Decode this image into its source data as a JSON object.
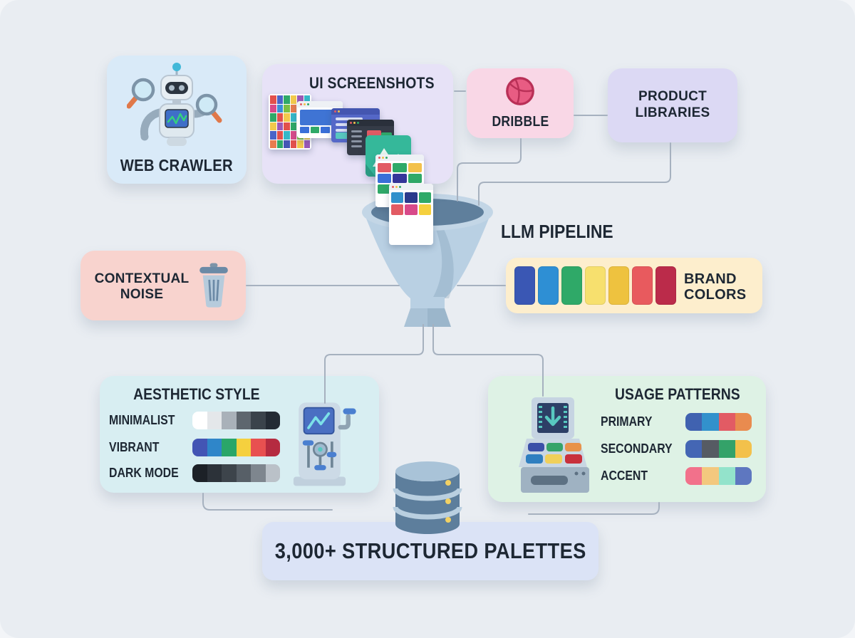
{
  "diagram": {
    "nodes": {
      "web_crawler": {
        "label": "WEB CRAWLER"
      },
      "ui_screenshots": {
        "label": "UI SCREENSHOTS"
      },
      "dribble": {
        "label": "DRIBBLE"
      },
      "product_libraries": {
        "label": "PRODUCT LIBRARIES"
      },
      "llm_pipeline": {
        "label": "LLM PIPELINE"
      },
      "contextual_noise": {
        "label": "CONTEXTUAL NOISE"
      },
      "brand_colors": {
        "label": "BRAND COLORS",
        "swatches": [
          "#3a57b4",
          "#2e8fd4",
          "#2fa968",
          "#f7e06e",
          "#eec23f",
          "#e85a5e",
          "#bb2b4a"
        ]
      },
      "aesthetic_style": {
        "title": "AESTHETIC STYLE",
        "rows": [
          {
            "label": "MINIMALIST",
            "swatches": [
              "#ffffff",
              "#e4e7ea",
              "#a9b1b9",
              "#5e666e",
              "#3a434b",
              "#232b34"
            ]
          },
          {
            "label": "VIBRANT",
            "swatches": [
              "#4355b4",
              "#2f86c9",
              "#2aa669",
              "#f5d03e",
              "#e85050",
              "#b52b40"
            ]
          },
          {
            "label": "DARK MODE",
            "swatches": [
              "#1c2127",
              "#2c3239",
              "#3d444b",
              "#575f67",
              "#7e868e",
              "#bac1c8"
            ]
          }
        ]
      },
      "usage_patterns": {
        "title": "USAGE PATTERNS",
        "rows": [
          {
            "label": "PRIMARY",
            "swatches": [
              "#4062b0",
              "#3291cc",
              "#e25b64",
              "#e98b4f"
            ]
          },
          {
            "label": "SECONDARY",
            "swatches": [
              "#4466b4",
              "#565b63",
              "#34a269",
              "#f3c14b"
            ]
          },
          {
            "label": "ACCENT",
            "swatches": [
              "#f2718b",
              "#f3c87e",
              "#93e3cb",
              "#5e77c0"
            ]
          }
        ]
      },
      "structured_palettes": {
        "label": "3,000+ STRUCTURED PALETTES"
      }
    },
    "cascade": {
      "mosaic_colors": [
        "#e2504c",
        "#4a64c8",
        "#2fa968",
        "#f2c94c",
        "#9b59b6",
        "#35b8c8",
        "#d84a8a",
        "#3a8fd8",
        "#7bc043",
        "#e87c4f",
        "#4456b5",
        "#e2504c",
        "#2fa968",
        "#e2504c",
        "#f2c94c",
        "#35b8c8",
        "#d84a8a",
        "#4a64c8",
        "#f2c94c",
        "#9b59b6",
        "#e2504c",
        "#2fa968",
        "#3a8fd8",
        "#e87c4f",
        "#4a64c8",
        "#e2504c",
        "#35b8c8",
        "#d84a8a",
        "#7bc043",
        "#f2c94c",
        "#e87c4f",
        "#2fa968",
        "#4456b5",
        "#e2504c",
        "#f2c94c",
        "#9b59b6"
      ],
      "browser1_blocks": [
        "#3a6fd8",
        "#2fa968",
        "#3a6fd8",
        "#e25b64"
      ],
      "grid1_blocks": [
        "#e25b64",
        "#2fa968",
        "#f3c14b",
        "#3a6fd8",
        "#35359a",
        "#2fa968",
        "#2fa968",
        "#f3c14b",
        "#e25b64"
      ],
      "grid2_blocks": [
        "#3291cc",
        "#2b3a8c",
        "#2fa968",
        "#e25b64",
        "#d84a8a",
        "#f5d03e"
      ]
    },
    "icons": {
      "web_crawler": "robot-with-magnifiers-icon",
      "dribble": "dribbble-ball-icon",
      "contextual_noise": "trash-can-icon",
      "llm_pipeline": "funnel-icon",
      "aesthetic_style": "style-machine-icon",
      "usage_patterns": "pattern-console-icon",
      "structured_palettes": "database-icon"
    },
    "colors": {
      "background": "#e9edf2",
      "connector": "#a6b1bf",
      "funnel_body": "#b9d0e3",
      "funnel_interior": "#5f7f9c",
      "text": "#1d2733"
    }
  }
}
